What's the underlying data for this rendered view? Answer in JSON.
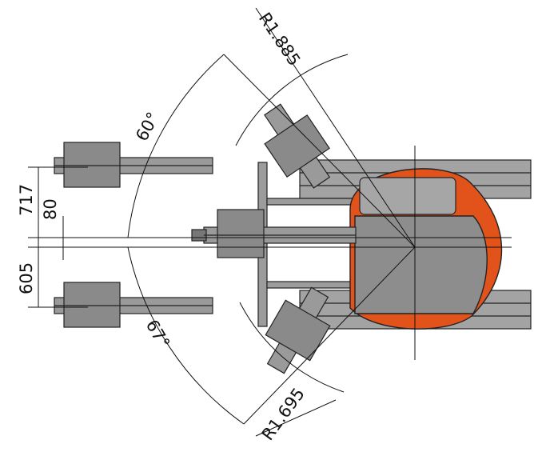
{
  "dimensions": {
    "offset_upper": "717",
    "offset_inner": "80",
    "offset_lower": "605",
    "angle_left": "60°",
    "angle_right": "67°",
    "radius_left": "R1.885",
    "radius_right": "R1.695"
  },
  "colors": {
    "body": "#e2531c",
    "cab": "#8d8d8d",
    "track": "#a3a3a3",
    "boom": "#9a9a9a",
    "line": "#111111"
  }
}
